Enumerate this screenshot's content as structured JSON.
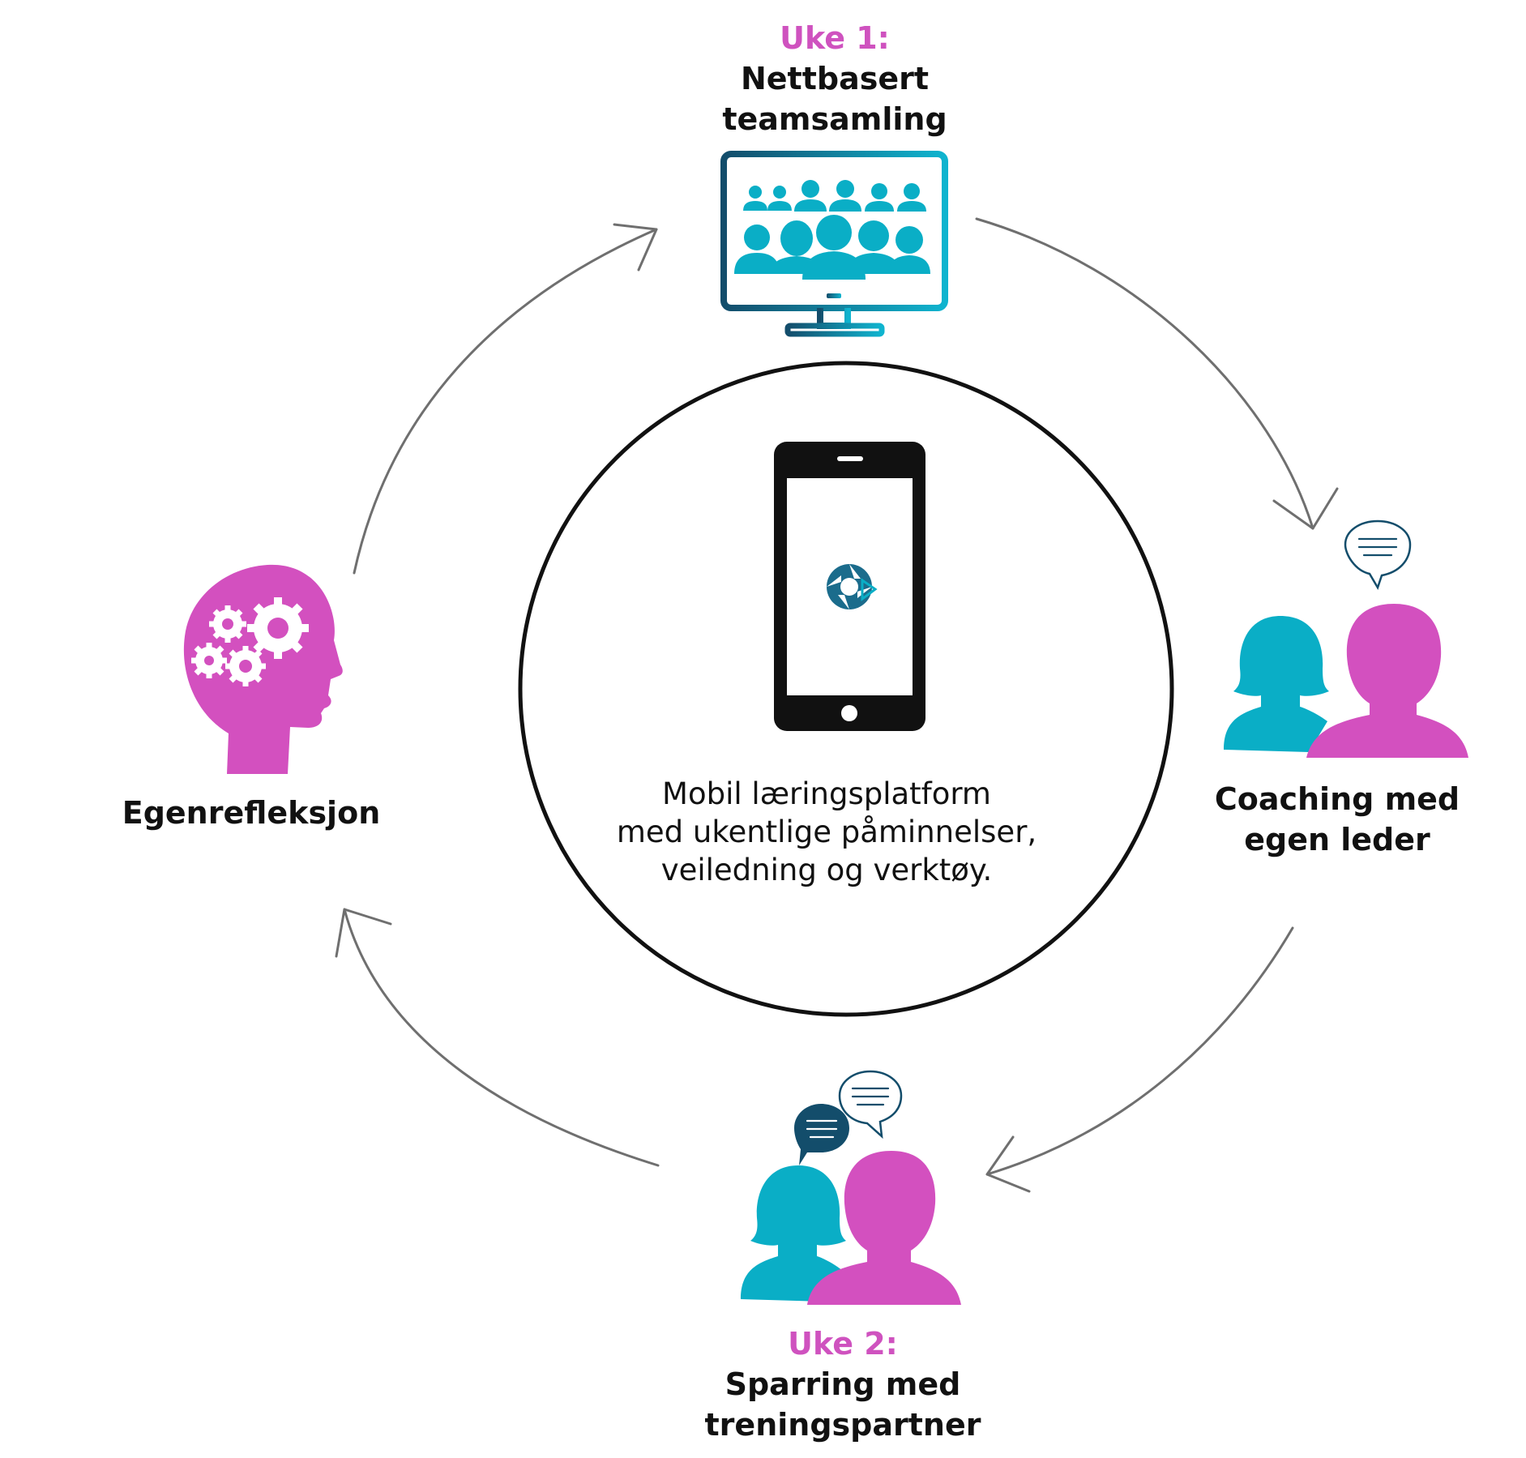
{
  "colors": {
    "magenta": "#d350bf",
    "cyan": "#0aaec6",
    "teal_dark": "#134d6b",
    "arrow_gray": "#6f6f6f",
    "ink": "#111111"
  },
  "top_node": {
    "week": "Uke 1:",
    "line1": "Nettbasert",
    "line2": "teamsamling",
    "icon": "monitor-video-meeting-icon"
  },
  "right_node": {
    "line1": "Coaching med",
    "line2": "egen leder",
    "icon": "two-people-chat-icon"
  },
  "bottom_node": {
    "week": "Uke 2:",
    "line1": "Sparring med",
    "line2": "treningspartner",
    "icon": "two-people-conversation-icon"
  },
  "left_node": {
    "line1": "Egenrefleksjon",
    "icon": "head-gears-icon"
  },
  "center": {
    "line1": "Mobil læringsplatform",
    "line2": "med ukentlige påminnelser,",
    "line3": "veiledning og verktøy.",
    "icon": "smartphone-app-icon"
  }
}
